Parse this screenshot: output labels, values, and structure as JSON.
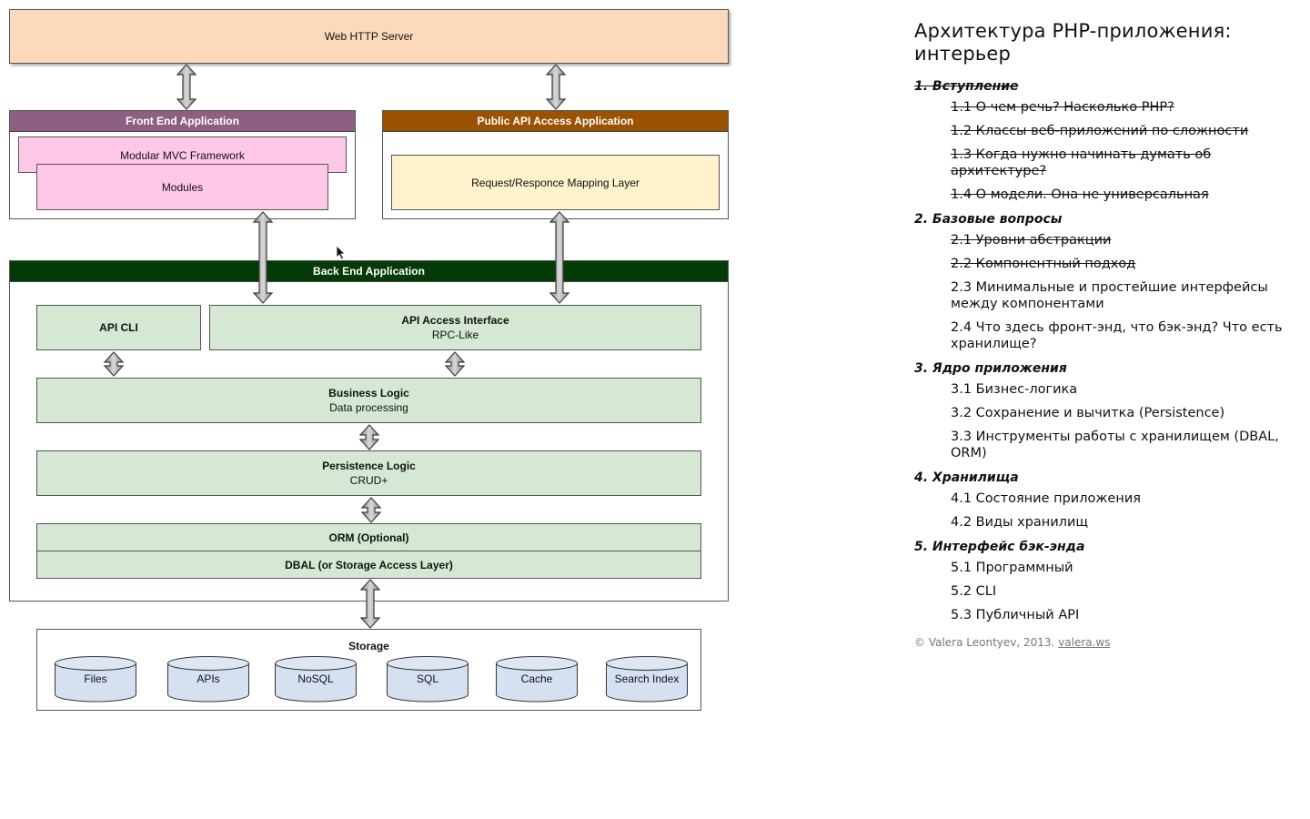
{
  "diagram": {
    "web_server": "Web HTTP Server",
    "front_end": {
      "title": "Front End Application",
      "mvc": "Modular MVC Framework",
      "modules": "Modules",
      "header_color": "#8e5f80",
      "fill_color": "#ffc8e8"
    },
    "public_api": {
      "title": "Public API Access Application",
      "mapping": "Request/Responce Mapping Layer",
      "header_color": "#9b5203",
      "fill_color": "#fff2cc"
    },
    "back_end": {
      "title": "Back End Application",
      "header_color": "#033a05",
      "api_cli": "API CLI",
      "api_access": "API Access Interface",
      "api_access_sub": "RPC-Like",
      "business": "Business Logic",
      "business_sub": "Data processing",
      "persistence": "Persistence Logic",
      "persistence_sub": "CRUD+",
      "orm": "ORM (Optional)",
      "dbal": "DBAL (or Storage Access Layer)"
    },
    "storage": {
      "title": "Storage",
      "items": [
        "Files",
        "APIs",
        "NoSQL",
        "SQL",
        "Cache",
        "Search Index"
      ]
    },
    "web_server_color": "#fdd9bc"
  },
  "outline": {
    "title": "Архитектура PHP-приложения: интерьер",
    "sections": [
      {
        "title": "1. Вступление",
        "struck": true,
        "items": [
          {
            "text": "1.1 О чем речь? Насколько PHP?",
            "struck": true
          },
          {
            "text": "1.2 Классы веб-приложений по сложности",
            "struck": true
          },
          {
            "text": "1.3 Когда нужно начинать думать об архитектуре?",
            "struck": true
          },
          {
            "text": "1.4 О модели. Она не универсальная",
            "struck": true
          }
        ]
      },
      {
        "title": "2. Базовые вопросы",
        "struck": false,
        "items": [
          {
            "text": "2.1 Уровни абстракции",
            "struck": true
          },
          {
            "text": "2.2 Компонентный подход",
            "struck": true
          },
          {
            "text": "2.3 Минимальные и простейшие интерфейсы между компонентами",
            "struck": false
          },
          {
            "text": "2.4 Что здесь фронт-энд, что бэк-энд? Что есть хранилище?",
            "struck": false
          }
        ]
      },
      {
        "title": "3. Ядро приложения",
        "struck": false,
        "items": [
          {
            "text": "3.1 Бизнес-логика",
            "struck": false
          },
          {
            "text": "3.2 Сохранение и вычитка (Persistence)",
            "struck": false
          },
          {
            "text": "3.3 Инструменты работы с хранилищем (DBAL, ORM)",
            "struck": false
          }
        ]
      },
      {
        "title": "4. Хранилища",
        "struck": false,
        "items": [
          {
            "text": "4.1 Состояние приложения",
            "struck": false
          },
          {
            "text": "4.2 Виды хранилищ",
            "struck": false
          }
        ]
      },
      {
        "title": "5. Интерфейс бэк-энда",
        "struck": false,
        "items": [
          {
            "text": "5.1 Программный",
            "struck": false
          },
          {
            "text": "5.2 CLI",
            "struck": false
          },
          {
            "text": "5.3 Публичный API",
            "struck": false
          }
        ]
      }
    ],
    "footer_text": "© Valera Leontyev, 2013. ",
    "footer_link": "valera.ws"
  }
}
